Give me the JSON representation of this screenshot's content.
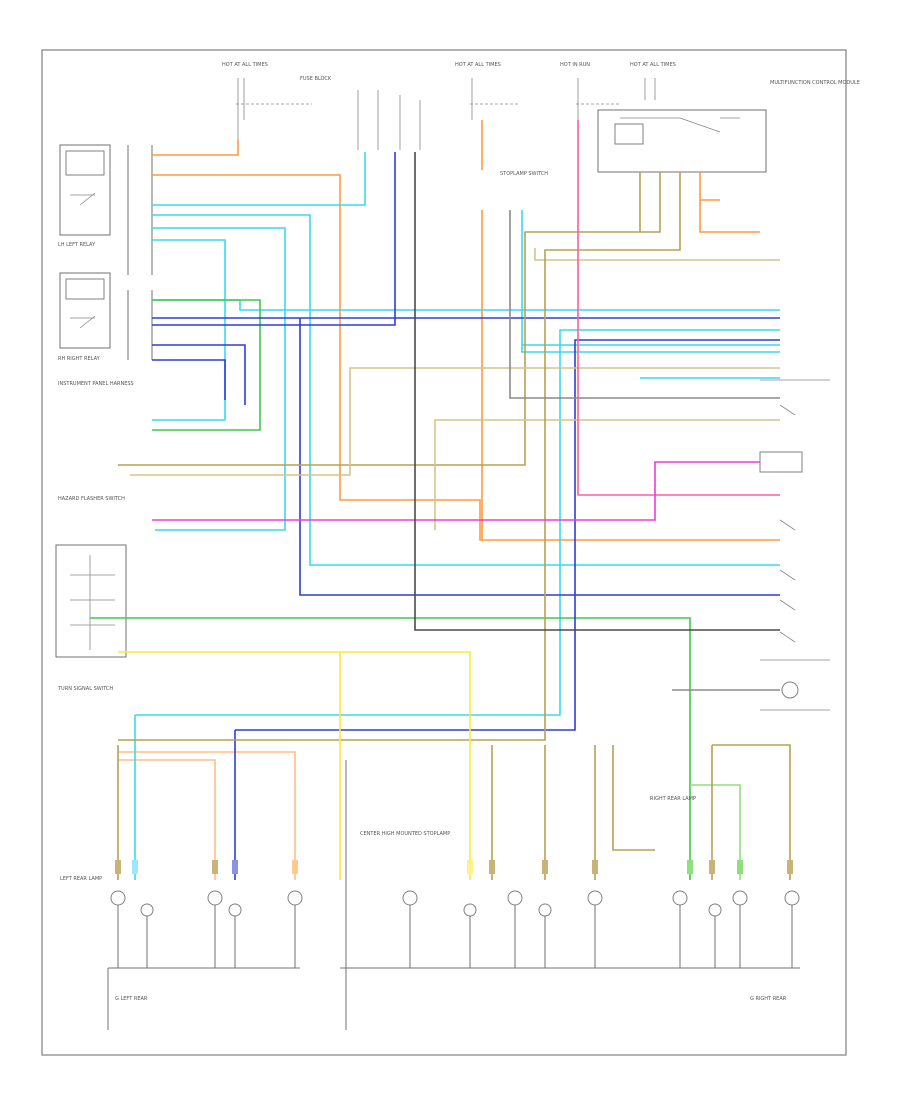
{
  "title": "",
  "labels": {
    "left_relay": "LH LEFT RELAY",
    "right_relay": "RH RIGHT RELAY",
    "instrument_panel": "INSTRUMENT PANEL HARNESS",
    "turn_signal_switch": "TURN SIGNAL SWITCH",
    "hazard_switch": "HAZARD FLASHER SWITCH",
    "mid_module": "MULTIFUNCTION CONTROL MODULE",
    "stoplamp_switch": "STOPLAMP SWITCH",
    "hot_at_all_times_1": "HOT AT ALL TIMES",
    "hot_at_all_times_2": "HOT AT ALL TIMES",
    "hot_in_run": "HOT IN RUN",
    "hot_at_all_times_3": "HOT AT ALL TIMES",
    "fuse_block": "FUSE BLOCK",
    "left_rear_lamp": "LEFT REAR LAMP",
    "center_high_mount": "CENTER HIGH MOUNTED STOPLAMP",
    "right_rear_lamp": "RIGHT REAR LAMP",
    "g_left": "G LEFT REAR",
    "g_right": "G RIGHT REAR",
    "page_ref": "",
    "footer_code": ""
  },
  "wire_colors": {
    "orange": "#ff9a3c",
    "cyan": "#38d9f0",
    "green": "#3fc94a",
    "blue": "#2f3dd9",
    "dark_blue": "#1a2a9e",
    "yellow": "#ffe83a",
    "tan": "#b9a052",
    "tan_light": "#d6c48a",
    "pink": "#ff5ca8",
    "magenta": "#f03ad9",
    "black": "#4a4a4a",
    "gray": "#8a8a8a",
    "lightgreen": "#8fe07a"
  }
}
